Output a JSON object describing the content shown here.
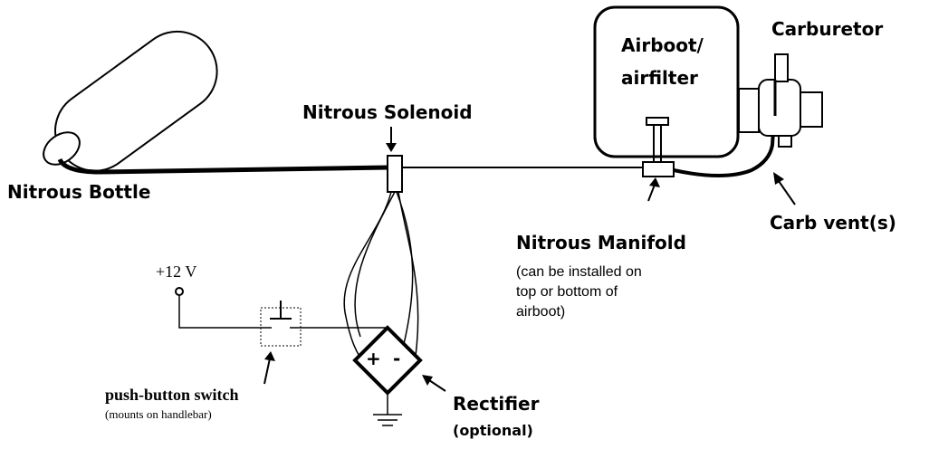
{
  "diagram": {
    "labels": {
      "nitrous_bottle": "Nitrous Bottle",
      "nitrous_solenoid": "Nitrous Solenoid",
      "airboot_line1": "Airboot/",
      "airboot_line2": "airfilter",
      "carburetor": "Carburetor",
      "carb_vent": "Carb vent(s)",
      "nitrous_manifold": "Nitrous Manifold",
      "manifold_note_1": "(can be installed on",
      "manifold_note_2": "top or bottom of",
      "manifold_note_3": "airboot)",
      "voltage": "+12 V",
      "switch": "push-button switch",
      "switch_note": "(mounts on handlebar)",
      "rectifier": "Rectifier",
      "rectifier_note": "(optional)",
      "rectifier_plus": "+",
      "rectifier_minus": "-"
    },
    "colors": {
      "ink": "#000000",
      "paper": "#ffffff"
    }
  }
}
